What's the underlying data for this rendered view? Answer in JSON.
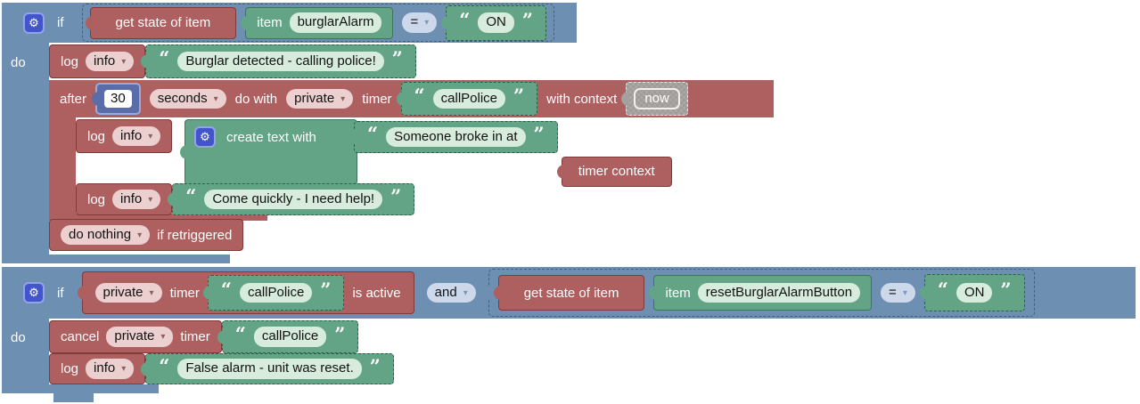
{
  "icons": {
    "gear": "⚙",
    "dropdown": "▾"
  },
  "glyphs": {
    "qopen": "“",
    "qclose": "”"
  },
  "rule1": {
    "if_label": "if",
    "do_label": "do",
    "cond": {
      "fn": "get state of item",
      "item_label": "item",
      "item": "burglarAlarm",
      "op": "=",
      "value": "ON"
    },
    "log_burglar": {
      "log": "log",
      "level": "info",
      "msg": "Burglar detected - calling police!"
    },
    "after": {
      "after": "after",
      "delay": "30",
      "unit": "seconds",
      "do_with": "do with",
      "scope": "private",
      "timer": "timer",
      "name": "callPolice",
      "with_context": "with context",
      "context": "now"
    },
    "log_create": {
      "log": "log",
      "level": "info",
      "fn": "create text with",
      "part1": "Someone broke in at",
      "part2": "timer context"
    },
    "log_help": {
      "log": "log",
      "level": "info",
      "msg": "Come quickly - I need help!"
    },
    "retrigger": {
      "mode": "do nothing",
      "suffix": "if retriggered"
    }
  },
  "rule2": {
    "if_label": "if",
    "do_label": "do",
    "timer_active": {
      "scope": "private",
      "timer": "timer",
      "name": "callPolice",
      "suffix": "is active"
    },
    "operator": "and",
    "cond": {
      "fn": "get state of item",
      "item_label": "item",
      "item": "resetBurglarAlarmButton",
      "op": "=",
      "value": "ON"
    },
    "cancel": {
      "cancel": "cancel",
      "scope": "private",
      "timer": "timer",
      "name": "callPolice"
    },
    "log_reset": {
      "log": "log",
      "level": "info",
      "msg": "False alarm - unit was reset."
    }
  }
}
